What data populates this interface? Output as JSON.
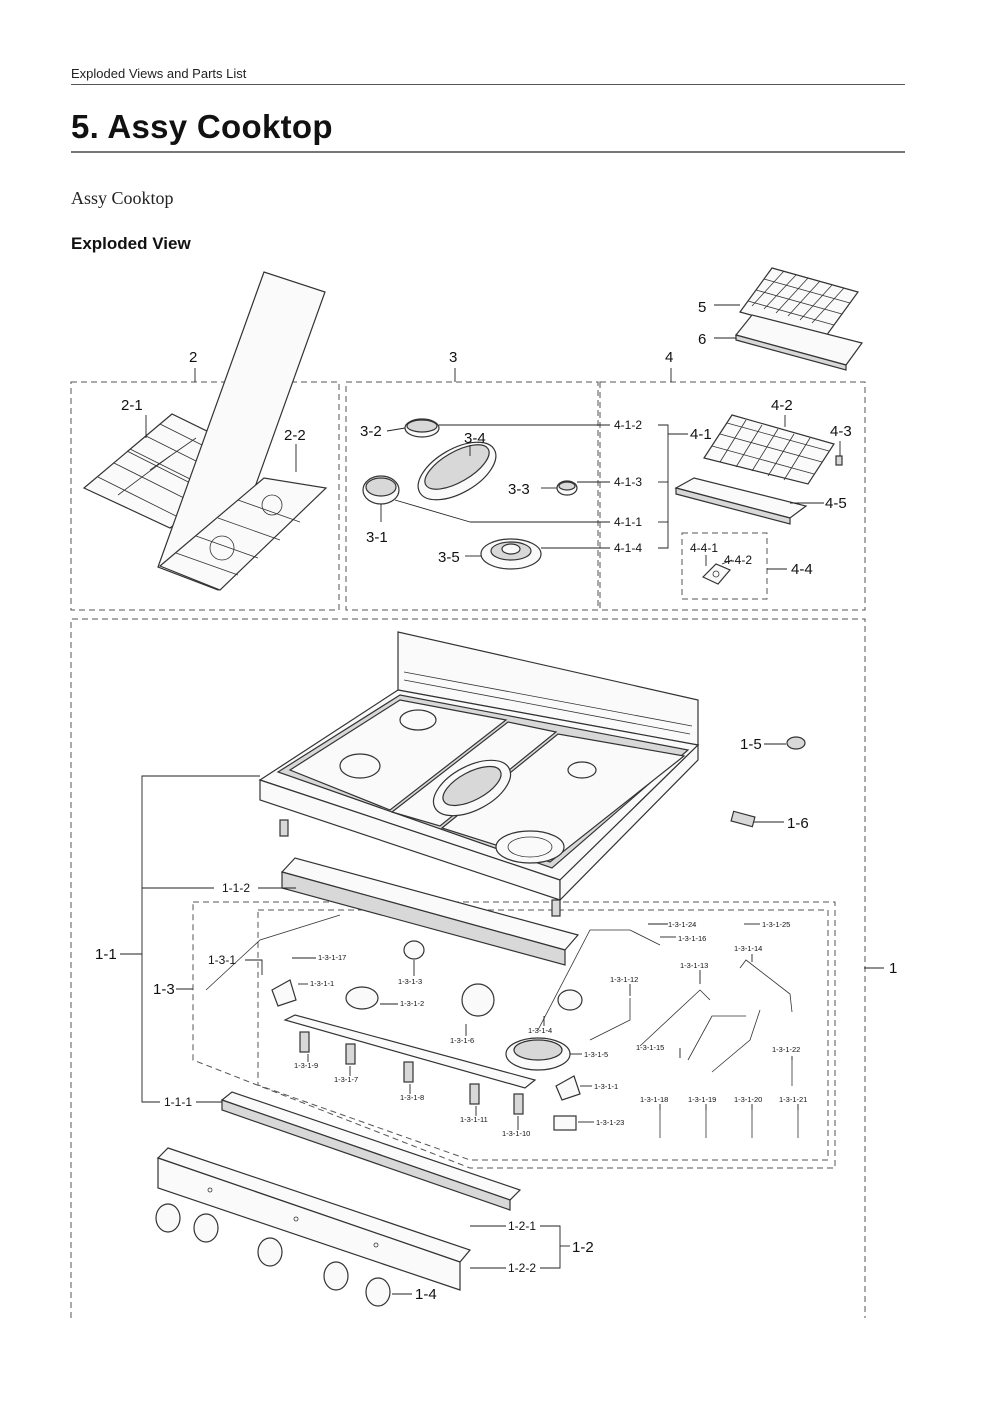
{
  "header": {
    "running_title": "Exploded Views and Parts List"
  },
  "page_title": "5.  Assy Cooktop",
  "subtitle": "Assy Cooktop",
  "section_heading": "Exploded View",
  "callouts": {
    "c5": "5",
    "c6": "6",
    "c2": "2",
    "c3": "3",
    "c4": "4",
    "c2_1": "2-1",
    "c2_2": "2-2",
    "c3_1": "3-1",
    "c3_2": "3-2",
    "c3_3": "3-3",
    "c3_4": "3-4",
    "c3_5": "3-5",
    "c4_1": "4-1",
    "c4_1_1": "4-1-1",
    "c4_1_2": "4-1-2",
    "c4_1_3": "4-1-3",
    "c4_1_4": "4-1-4",
    "c4_2": "4-2",
    "c4_3": "4-3",
    "c4_4": "4-4",
    "c4_4_1": "4-4-1",
    "c4_4_2": "4-4-2",
    "c4_5": "4-5",
    "c1": "1",
    "c1_1": "1-1",
    "c1_1_1": "1-1-1",
    "c1_1_2": "1-1-2",
    "c1_2": "1-2",
    "c1_2_1": "1-2-1",
    "c1_2_2": "1-2-2",
    "c1_3": "1-3",
    "c1_3_1": "1-3-1",
    "c1_3_1_1": "1-3-1-1",
    "c1_3_1_2": "1-3-1-2",
    "c1_3_1_3": "1-3-1-3",
    "c1_3_1_4": "1-3-1-4",
    "c1_3_1_5": "1-3-1-5",
    "c1_3_1_6": "1-3-1-6",
    "c1_3_1_7": "1-3-1-7",
    "c1_3_1_8": "1-3-1-8",
    "c1_3_1_9": "1-3-1-9",
    "c1_3_1_10": "1-3-1-10",
    "c1_3_1_11": "1-3-1-11",
    "c1_3_1_12": "1-3-1-12",
    "c1_3_1_13": "1-3-1-13",
    "c1_3_1_14": "1-3-1-14",
    "c1_3_1_15": "1-3-1-15",
    "c1_3_1_16": "1-3-1-16",
    "c1_3_1_17": "1-3-1-17",
    "c1_3_1_18": "1-3-1-18",
    "c1_3_1_19": "1-3-1-19",
    "c1_3_1_20": "1-3-1-20",
    "c1_3_1_21": "1-3-1-21",
    "c1_3_1_22": "1-3-1-22",
    "c1_3_1_23": "1-3-1-23",
    "c1_3_1_24": "1-3-1-24",
    "c1_3_1_25": "1-3-1-25",
    "c1_4": "1-4",
    "c1_5": "1-5",
    "c1_6": "1-6"
  }
}
